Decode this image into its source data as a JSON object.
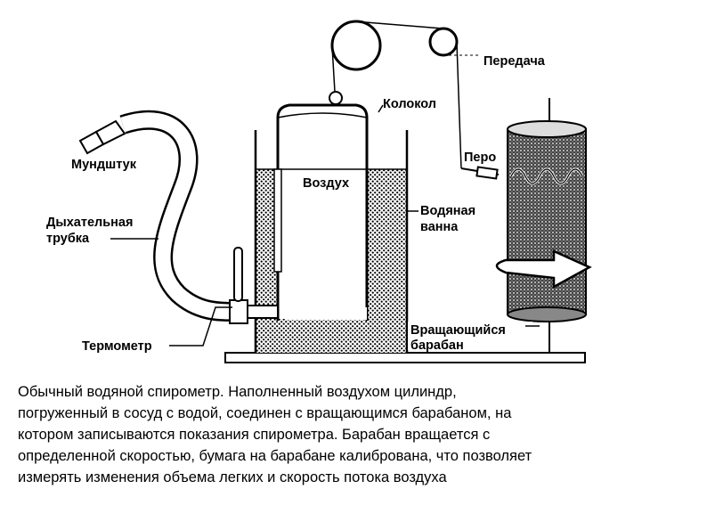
{
  "labels": {
    "transmission": "Передача",
    "bell": "Колокол",
    "mouthpiece": "Мундштук",
    "air": "Воздух",
    "pen": "Перо",
    "water_bath": [
      "Водяная",
      "ванна"
    ],
    "breathing_tube": [
      "Дыхательная",
      "трубка"
    ],
    "thermometer": "Термометр",
    "rotating_drum": [
      "Вращающийся",
      "барабан"
    ]
  },
  "caption": [
    "Обычный водяной спирометр. Наполненный воздухом цилиндр,",
    "погруженный в сосуд с водой, соединен с вращающимся барабаном, на",
    "котором записываются показания спирометра. Барабан вращается с",
    "определенной скоростью, бумага на барабане калибрована, что позволяет",
    "измерять изменения объема легких и скорость потока воздуха"
  ]
}
